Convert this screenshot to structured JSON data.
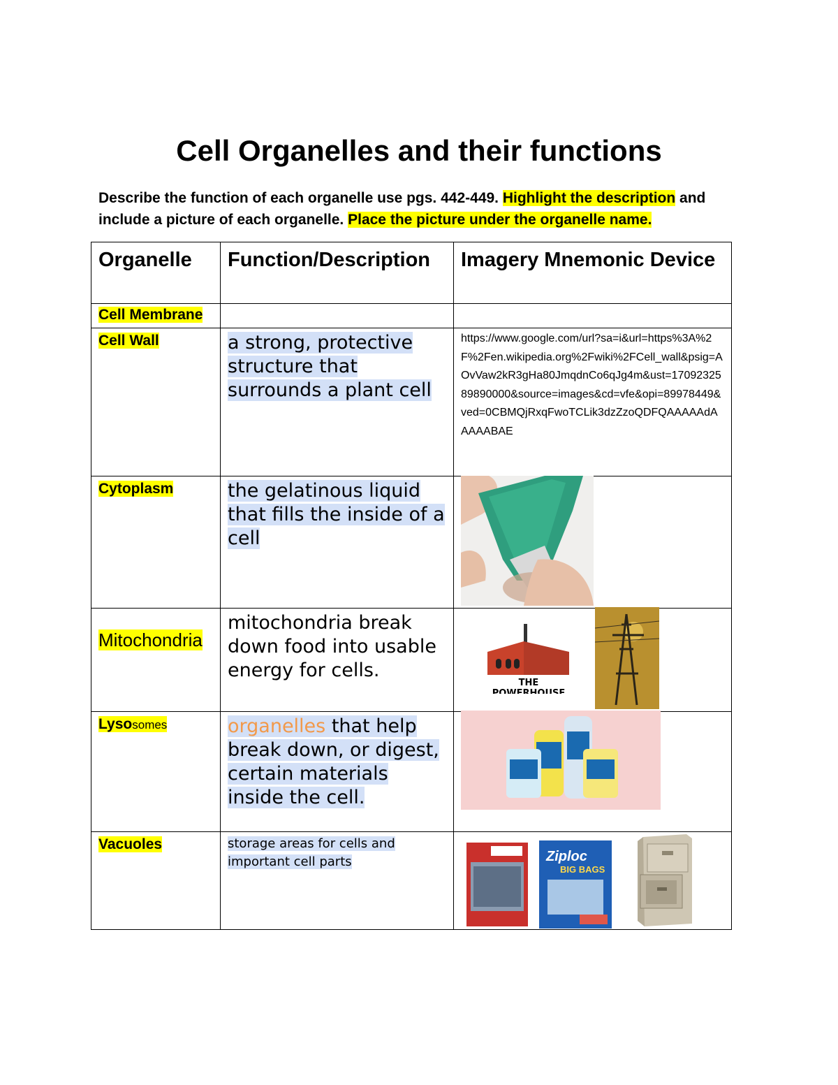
{
  "doc": {
    "title": "Cell Organelles and their functions",
    "intro_part1": "Describe the function of each organelle use pgs. 442-449.",
    "intro_hl1": "Highlight the description",
    "intro_part2": "and include a picture of each organelle.",
    "intro_hl2": "Place the picture under the organelle name."
  },
  "table": {
    "headers": [
      "Organelle",
      "Function/Description",
      "Imagery Mnemonic Device"
    ],
    "rows": [
      {
        "name": "Cell Membrane",
        "desc": ""
      },
      {
        "name": "Cell Wall",
        "desc": "a strong, protective structure that surrounds a plant cell",
        "link": "https://www.google.com/url?sa=i&url=https%3A%2F%2Fen.wikipedia.org%2Fwiki%2FCell_wall&psig=AOvVaw2kR3gHa80JmqdnCo6qJg4m&ust=1709232589890000&source=images&cd=vfe&opi=89978449&ved=0CBMQjRxqFwoTCLik3dzZzoQDFQAAAAAdAAAAABAE"
      },
      {
        "name": "Cytoplasm",
        "desc": "the gelatinous liquid that fills the inside of a cell"
      },
      {
        "name": "Mitochondria",
        "desc": "mitochondria break down food into usable energy for cells."
      },
      {
        "name_a": "Lyso",
        "name_b": "somes",
        "desc_a": "organelles",
        "desc_b": " that help break down, or digest, certain materials inside the cell."
      },
      {
        "name": "Vacuoles",
        "desc": " storage areas for cells and important cell parts"
      }
    ]
  },
  "images": {
    "powerhouse_text": "THE POWERHOUSE",
    "ziploc_text": "Ziploc",
    "bigbags_text": "BIG BAGS"
  }
}
